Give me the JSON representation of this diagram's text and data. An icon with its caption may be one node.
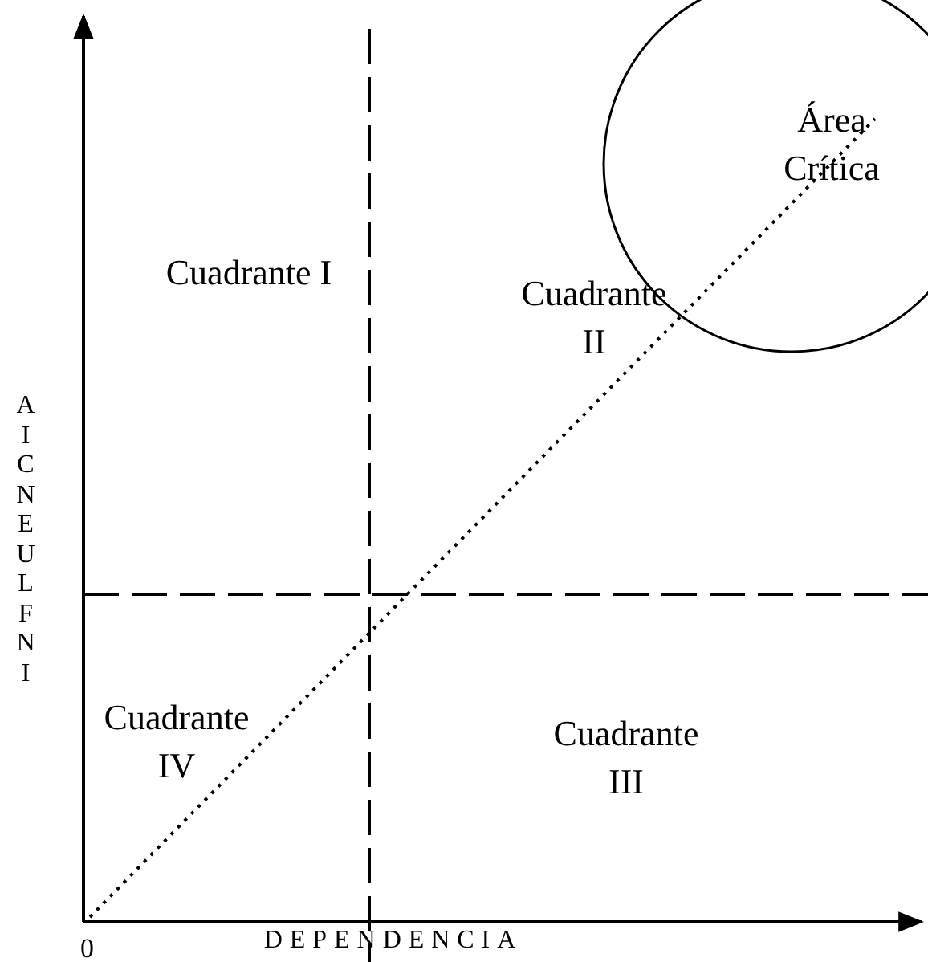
{
  "diagram": {
    "nodes": [
      {
        "text": [
          "Área Crítica"
        ]
      }
    ],
    "labels": [
      "Cuadrante I",
      "Cuadrante II",
      "AICNEULFNI",
      "Cuadrante IV",
      "Cuadrante III",
      "0",
      "DEPENDENCIA"
    ]
  }
}
